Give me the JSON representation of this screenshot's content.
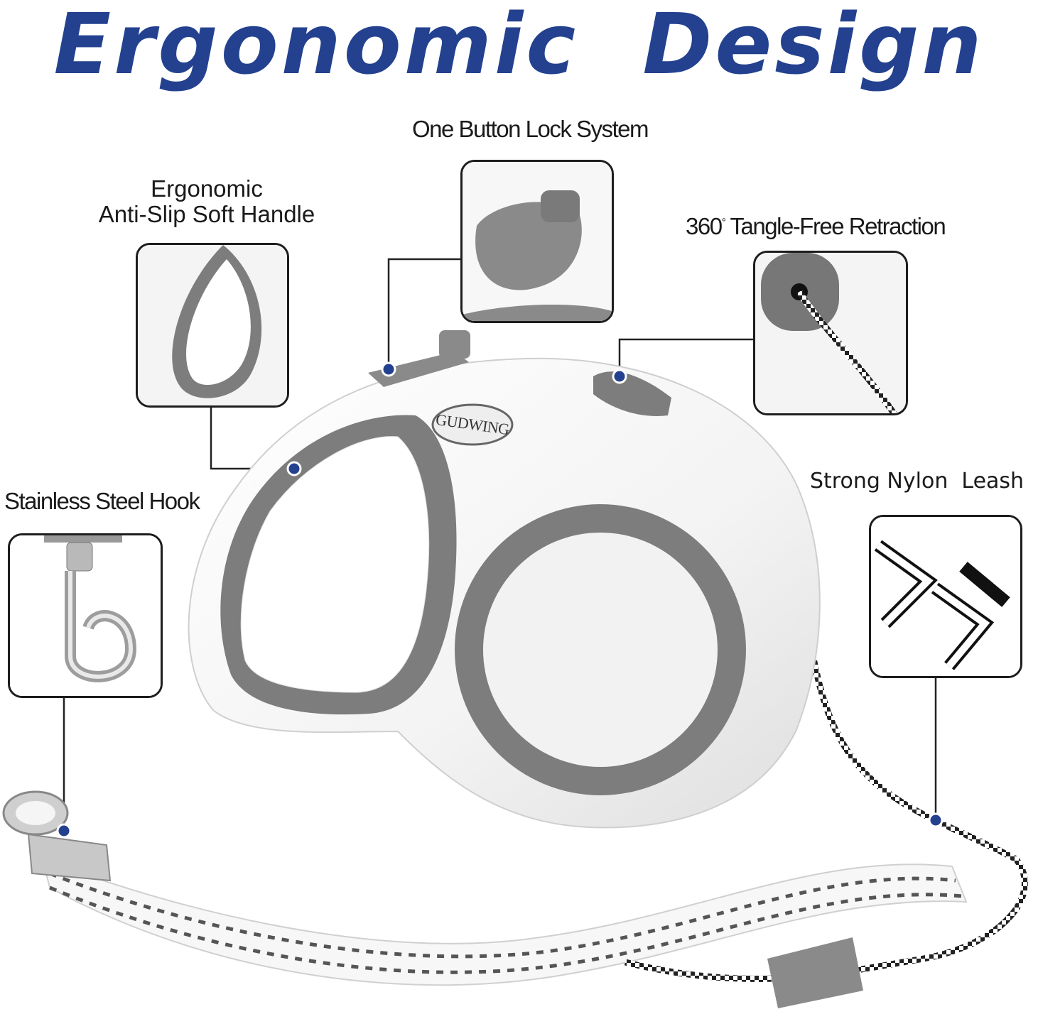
{
  "title": "Ergonomic  Design",
  "brand": "GUDWING",
  "features": {
    "handle": {
      "line1": "Ergonomic",
      "line2": "Anti-Slip Soft Handle"
    },
    "lock": {
      "label": "One Button Lock System"
    },
    "retraction": {
      "label_number": "360",
      "label_degree": "°",
      "label_rest": "Tangle-Free Retraction"
    },
    "hook": {
      "label": "Stainless Steel Hook"
    },
    "leash": {
      "label": "Strong Nylon  Leash"
    }
  },
  "colors": {
    "title": "#23418f",
    "grip": "#7d7d7d",
    "body": "#f4f4f4",
    "dot": "#23418f"
  }
}
